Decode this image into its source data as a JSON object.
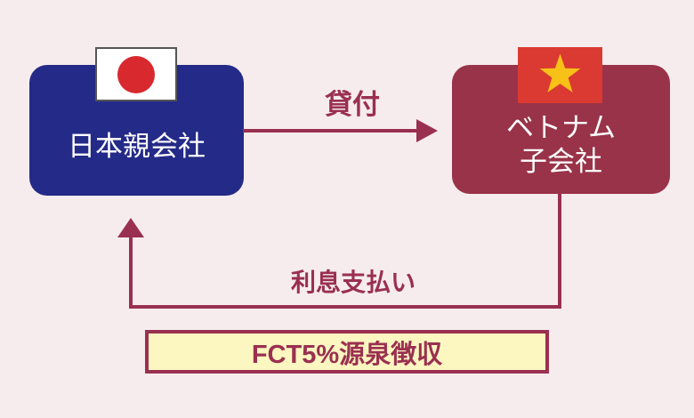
{
  "diagram": {
    "background_color": "#f6ecee",
    "accent_color": "#9a3050",
    "japan_box": {
      "label": "日本親会社",
      "bg_color": "#242a87"
    },
    "vietnam_box": {
      "label_line1": "ベトナム",
      "label_line2": "子会社",
      "bg_color": "#993349"
    },
    "loan_arrow": {
      "label": "貸付",
      "direction": "japan-to-vietnam"
    },
    "interest_arrow": {
      "label": "利息支払い",
      "direction": "vietnam-to-japan"
    },
    "fct_box": {
      "label": "FCT5%源泉徴収",
      "bg_color": "#fcf6c0",
      "border_color": "#9a3050",
      "text_color": "#9a3050"
    },
    "flags": {
      "japan": {
        "bg": "#ffffff",
        "circle": "#d8292f",
        "border": "#555555"
      },
      "vietnam": {
        "bg": "#da3a31",
        "star": "#f7c118"
      }
    }
  }
}
